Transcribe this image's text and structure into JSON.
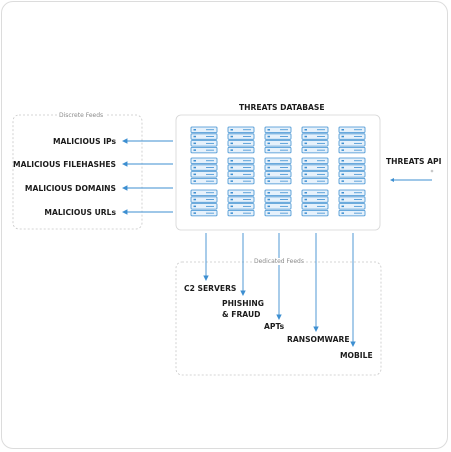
{
  "title": "THREATS DATABASE",
  "api": {
    "label": "THREATS API"
  },
  "discrete": {
    "label": "Discrete Feeds",
    "items": [
      "MALICIOUS IPs",
      "MALICIOUS FILEHASHES",
      "MALICIOUS DOMAINS",
      "MALICIOUS URLs"
    ]
  },
  "dedicated": {
    "label": "Dedicated Feeds",
    "items": [
      "C2 SERVERS",
      "PHISHING",
      "& FRAUD",
      "APTs",
      "RANSOMWARE",
      "MOBILE"
    ]
  },
  "colors": {
    "accent": "#3d8fd1",
    "dashed": "#c8c8c8",
    "server_fill": "#e6f1fb"
  },
  "icons": [
    "server-rack-icon",
    "arrow-left-icon",
    "arrow-down-icon"
  ]
}
